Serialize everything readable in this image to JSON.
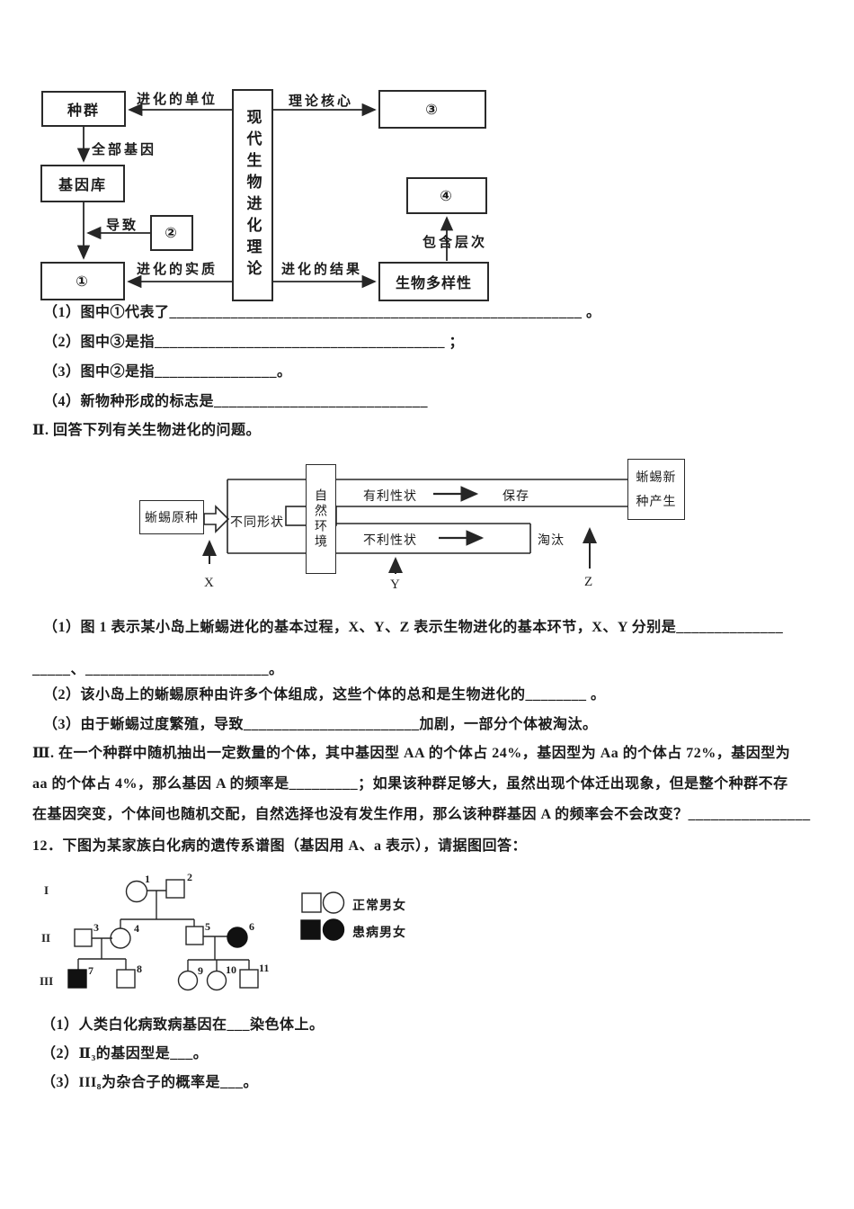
{
  "page": {
    "bg": "#ffffff",
    "ink": "#1b1b1b"
  },
  "section_modern_theory": {
    "diagram": {
      "center_box": "现代生物进化理论",
      "boxes": {
        "population": "种群",
        "gene_pool": "基因库",
        "num1": "①",
        "num2": "②",
        "num3": "③",
        "num4": "④",
        "biodiversity": "生物多样性"
      },
      "arrow_labels": {
        "evolution_unit": "进化的单位",
        "theory_core": "理论核心",
        "all_genes": "全部基因",
        "leads_to": "导致",
        "evolution_essence": "进化的实质",
        "evolution_result": "进化的结果",
        "contains_levels": "包含层次"
      }
    },
    "questions": [
      "（1）图中①代表了______________________________________________________ 。",
      "（2）图中③是指______________________________________ ；",
      "（3）图中②是指________________。",
      "（4）新物种形成的标志是____________________________"
    ]
  },
  "section2": {
    "heading": "Ⅱ. 回答下列有关生物进化的问题。",
    "diagram": {
      "boxes": {
        "original_species": "蜥蜴原种",
        "environment": "自然环境",
        "new_species_line1": "蜥蜴新",
        "new_species_line2": "种产生"
      },
      "labels": {
        "different_shapes": "不同形状",
        "favorable_traits": "有利性状",
        "preserved": "保存",
        "unfavorable_traits": "不利性状",
        "eliminated": "淘汰",
        "x": "X",
        "y": "Y",
        "z": "Z"
      }
    },
    "questions": [
      "（1）图 1 表示某小岛上蜥蜴进化的基本过程，X、Y、Z 表示生物进化的基本环节，X、Y 分别是______________",
      "_____、________________________。",
      "（2）该小岛上的蜥蜴原种由许多个体组成，这些个体的总和是生物进化的________ 。",
      "（3）由于蜥蜴过度繁殖，导致_______________________加剧，一部分个体被淘汰。"
    ]
  },
  "section3": {
    "lines": [
      "Ⅲ. 在一个种群中随机抽出一定数量的个体，其中基因型 AA 的个体占 24%，基因型为 Aa 的个体占 72%，基因型为",
      "aa 的个体占 4%，那么基因 A 的频率是_________；如果该种群足够大，虽然出现个体迁出现象，但是整个种群不存",
      "在基因突变，个体间也随机交配，自然选择也没有发生作用，那么该种群基因 A 的频率会不会改变？________________"
    ]
  },
  "question12": {
    "intro": "12．下图为某家族白化病的遗传系谱图（基因用 A、a 表示），请据图回答：",
    "pedigree": {
      "generation_labels": [
        "I",
        "II",
        "III"
      ],
      "member_numbers": [
        "1",
        "2",
        "3",
        "4",
        "5",
        "6",
        "7",
        "8",
        "9",
        "10",
        "11"
      ],
      "members": [
        {
          "num": "1",
          "generation": "I",
          "sex": "female",
          "affected": false
        },
        {
          "num": "2",
          "generation": "I",
          "sex": "male",
          "affected": false
        },
        {
          "num": "3",
          "generation": "II",
          "sex": "male",
          "affected": false
        },
        {
          "num": "4",
          "generation": "II",
          "sex": "female",
          "affected": false
        },
        {
          "num": "5",
          "generation": "II",
          "sex": "male",
          "affected": false
        },
        {
          "num": "6",
          "generation": "II",
          "sex": "female",
          "affected": true
        },
        {
          "num": "7",
          "generation": "III",
          "sex": "male",
          "affected": true
        },
        {
          "num": "8",
          "generation": "III",
          "sex": "male",
          "affected": false
        },
        {
          "num": "9",
          "generation": "III",
          "sex": "female",
          "affected": false
        },
        {
          "num": "10",
          "generation": "III",
          "sex": "female",
          "affected": false
        },
        {
          "num": "11",
          "generation": "III",
          "sex": "male",
          "affected": false
        }
      ],
      "legend": {
        "normal": "正常男女",
        "affected": "患病男女"
      }
    },
    "questions": [
      "（1）人类白化病致病基因在___染色体上。",
      "（2）Ⅱ₃的基因型是___。",
      "（3）III₈为杂合子的概率是___。"
    ]
  }
}
